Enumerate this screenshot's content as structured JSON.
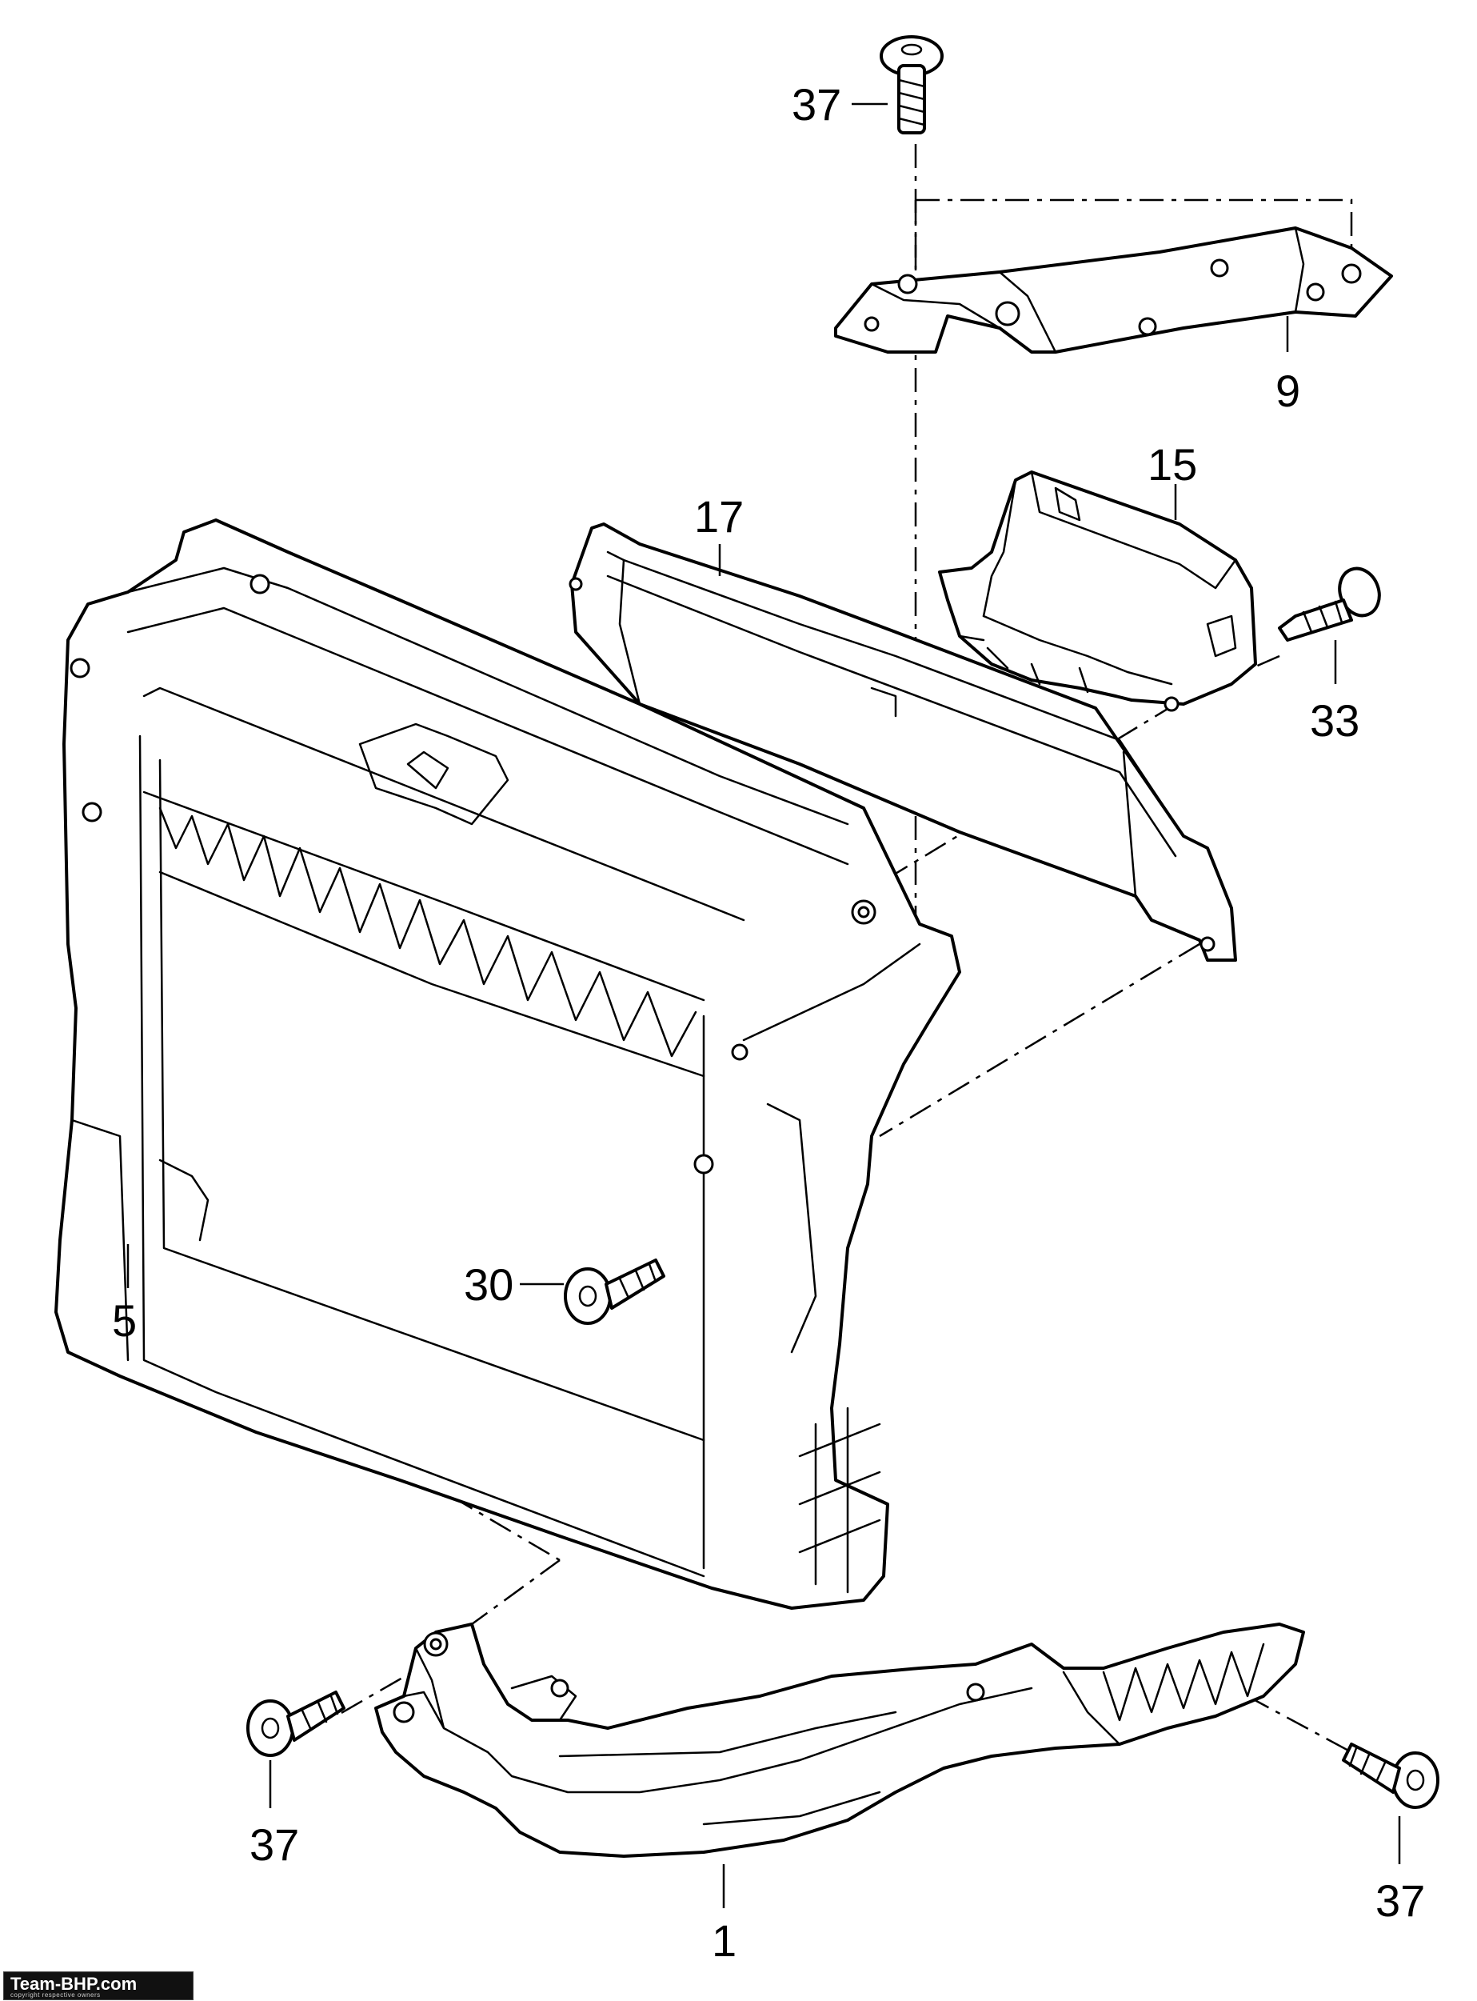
{
  "callouts": [
    {
      "id": "c37a",
      "label": "37"
    },
    {
      "id": "c9",
      "label": "9"
    },
    {
      "id": "c15",
      "label": "15"
    },
    {
      "id": "c17",
      "label": "17"
    },
    {
      "id": "c33",
      "label": "33"
    },
    {
      "id": "c5",
      "label": "5"
    },
    {
      "id": "c30",
      "label": "30"
    },
    {
      "id": "c37b",
      "label": "37"
    },
    {
      "id": "c1",
      "label": "1"
    },
    {
      "id": "c37c",
      "label": "37"
    }
  ],
  "watermark": {
    "brand": "Team-BHP.com",
    "copyright": "copyright respective owners"
  }
}
